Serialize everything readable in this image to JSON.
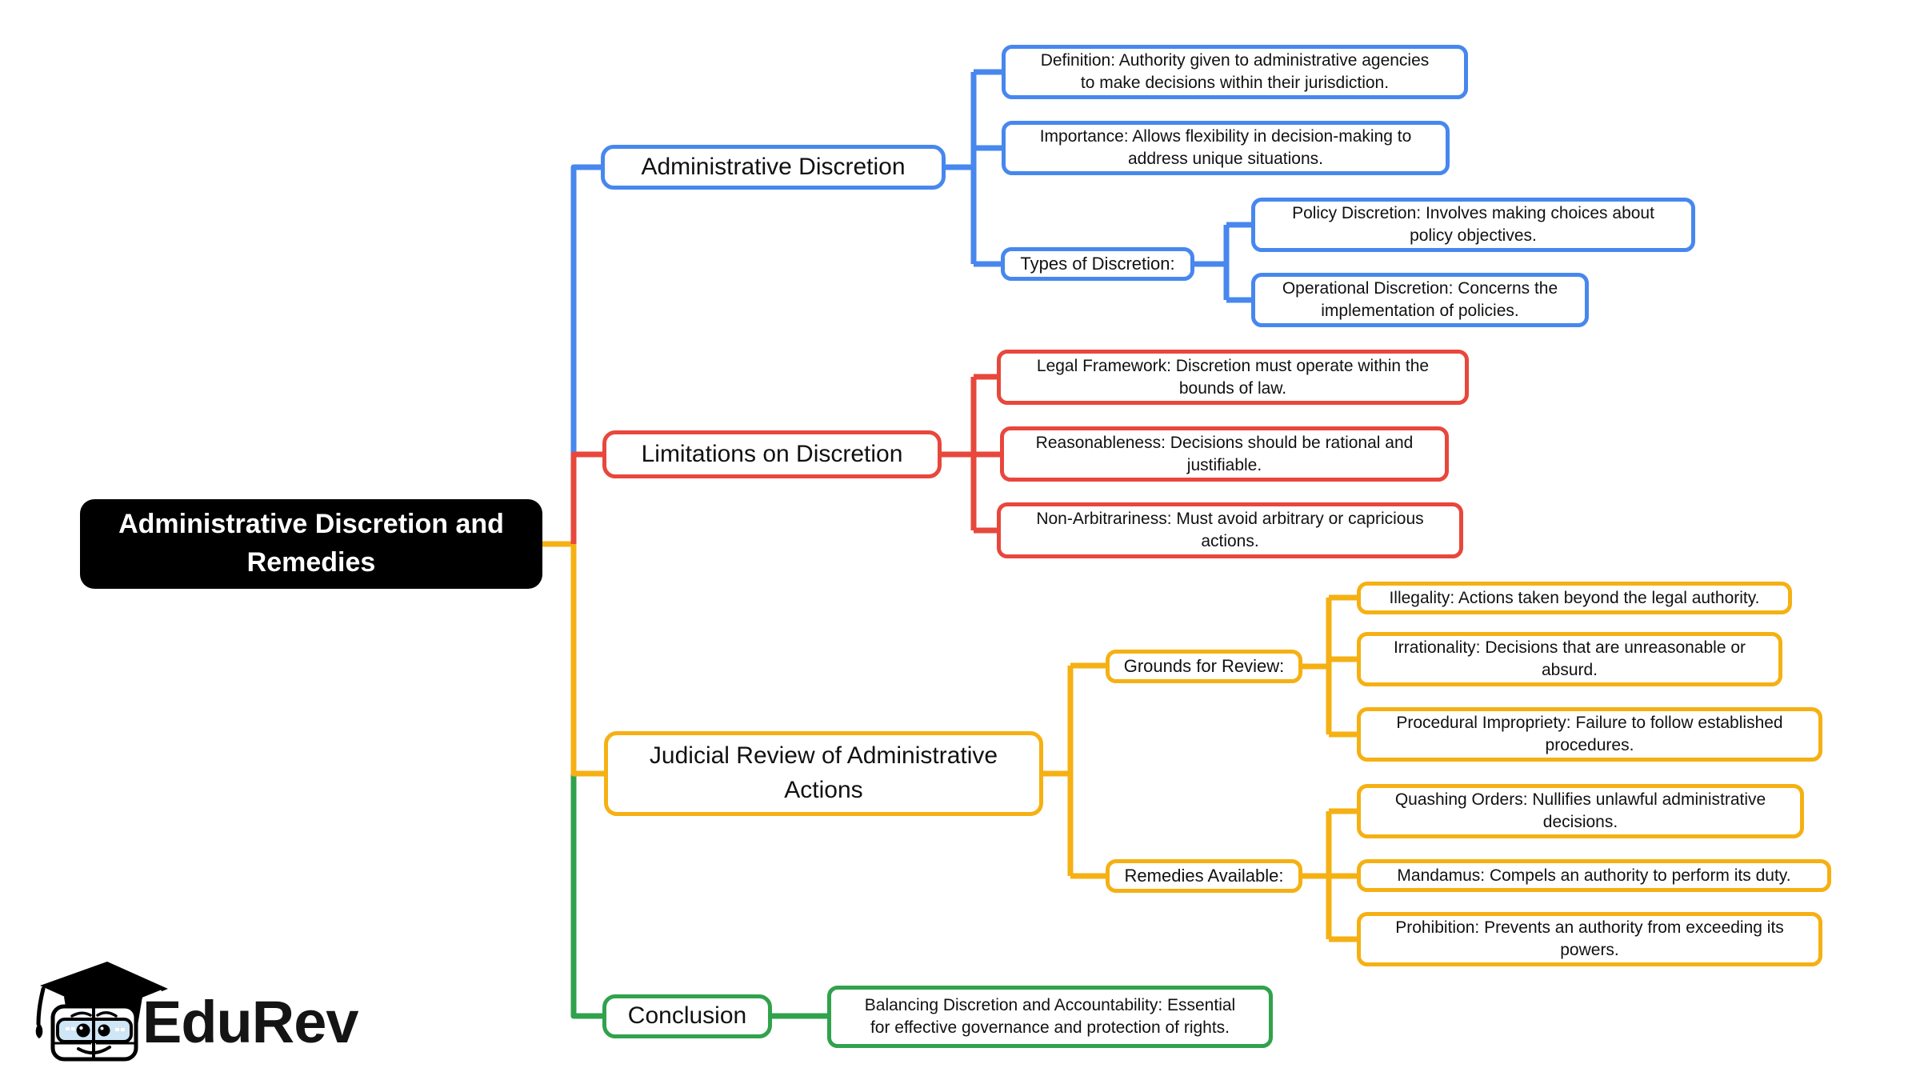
{
  "colors": {
    "blue": "#4787EE",
    "red": "#E8473C",
    "yellow": "#F5B013",
    "green": "#31A24C",
    "root_bg": "#000000",
    "logo_glasses": "#CFE6F6"
  },
  "mindmap": {
    "root": "Administrative Discretion and\nRemedies",
    "admin": {
      "label": "Administrative Discretion",
      "definition": "Definition: Authority given to administrative agencies\nto make decisions within their jurisdiction.",
      "importance": "Importance: Allows flexibility in decision-making to\naddress unique situations.",
      "types": {
        "label": "Types of Discretion:",
        "policy": "Policy Discretion: Involves making choices about\npolicy objectives.",
        "operational": "Operational Discretion: Concerns the\nimplementation of policies."
      }
    },
    "limitations": {
      "label": "Limitations on Discretion",
      "legal_framework": "Legal Framework: Discretion must operate within the\nbounds of law.",
      "reasonableness": "Reasonableness: Decisions should be rational and\njustifiable.",
      "non_arbitrariness": "Non-Arbitrariness: Must avoid arbitrary or capricious\nactions."
    },
    "judicial": {
      "label": "Judicial Review of Administrative\nActions",
      "grounds": {
        "label": "Grounds for Review:",
        "illegality": "Illegality: Actions taken beyond the legal authority.",
        "irrationality": "Irrationality: Decisions that are unreasonable or\nabsurd.",
        "procedural_impropriety": "Procedural Impropriety: Failure to follow established\nprocedures."
      },
      "remedies": {
        "label": "Remedies Available:",
        "quashing_orders": "Quashing Orders: Nullifies unlawful administrative\ndecisions.",
        "mandamus": "Mandamus: Compels an authority to perform its duty.",
        "prohibition": "Prohibition: Prevents an authority from exceeding its\npowers."
      }
    },
    "conclusion": {
      "label": "Conclusion",
      "balancing": "Balancing Discretion and Accountability: Essential\nfor effective governance and protection of rights."
    }
  },
  "logo": {
    "brand": "EduRev"
  }
}
